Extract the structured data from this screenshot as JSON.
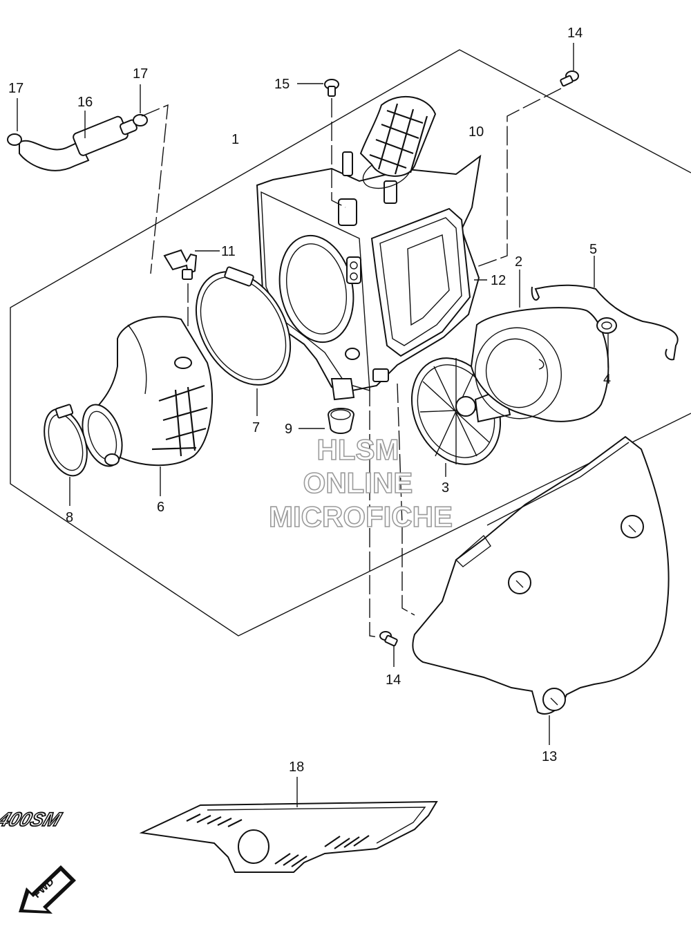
{
  "callouts": [
    {
      "id": "c1",
      "label": "1"
    },
    {
      "id": "c2",
      "label": "2"
    },
    {
      "id": "c3",
      "label": "3"
    },
    {
      "id": "c4",
      "label": "4"
    },
    {
      "id": "c5",
      "label": "5"
    },
    {
      "id": "c6",
      "label": "6"
    },
    {
      "id": "c7",
      "label": "7"
    },
    {
      "id": "c8",
      "label": "8"
    },
    {
      "id": "c9",
      "label": "9"
    },
    {
      "id": "c10",
      "label": "10"
    },
    {
      "id": "c11",
      "label": "11"
    },
    {
      "id": "c12",
      "label": "12"
    },
    {
      "id": "c13",
      "label": "13"
    },
    {
      "id": "c14a",
      "label": "14"
    },
    {
      "id": "c14b",
      "label": "14"
    },
    {
      "id": "c15",
      "label": "15"
    },
    {
      "id": "c16",
      "label": "16"
    },
    {
      "id": "c17a",
      "label": "17"
    },
    {
      "id": "c17b",
      "label": "17"
    },
    {
      "id": "c18",
      "label": "18"
    }
  ],
  "watermark": {
    "line1": "HLSM",
    "line2": "ONLINE",
    "line3": "MICROFICHE"
  },
  "fwd_label": "FWD",
  "decal_text": "400SM"
}
